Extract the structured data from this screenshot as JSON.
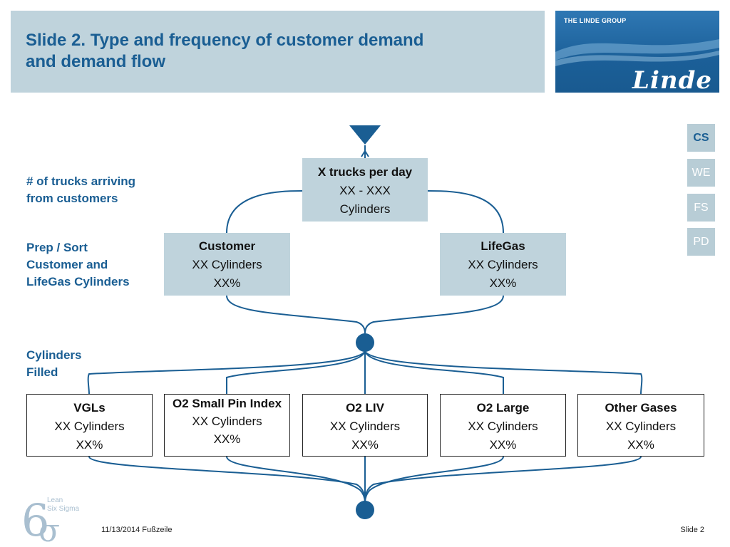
{
  "header": {
    "title_line1": "Slide 2. Type and frequency of customer demand",
    "title_line2": "and demand flow"
  },
  "logo": {
    "group_text": "THE LINDE GROUP",
    "brand": "Linde"
  },
  "row_labels": {
    "trucks_line1": "# of trucks arriving",
    "trucks_line2": "from customers",
    "prep_line1": "Prep / Sort",
    "prep_line2": "Customer and",
    "prep_line3": "LifeGas Cylinders",
    "filled_line1": "Cylinders",
    "filled_line2": "Filled"
  },
  "top_box": {
    "title": "X trucks per day",
    "line2": "XX - XXX",
    "line3": "Cylinders"
  },
  "mid_boxes": [
    {
      "title": "Customer",
      "line2": "XX Cylinders",
      "line3": "XX%"
    },
    {
      "title": "LifeGas",
      "line2": "XX Cylinders",
      "line3": "XX%"
    }
  ],
  "bottom_boxes": [
    {
      "title": "VGLs",
      "line2": "XX Cylinders",
      "line3": "XX%"
    },
    {
      "title": "O2 Small Pin Index",
      "line2": "XX Cylinders",
      "line3": "XX%"
    },
    {
      "title": "O2 LIV",
      "line2": "XX Cylinders",
      "line3": "XX%"
    },
    {
      "title": "O2 Large",
      "line2": "XX Cylinders",
      "line3": "XX%"
    },
    {
      "title": "Other Gases",
      "line2": "XX Cylinders",
      "line3": "XX%"
    }
  ],
  "side_nav": [
    "CS",
    "WE",
    "FS",
    "PD"
  ],
  "side_nav_active": "CS",
  "sigma_logo": {
    "text_line1": "Lean",
    "text_line2": "Six Sigma"
  },
  "footer": {
    "date": "11/13/2014 Fußzeile",
    "slide": "Slide 2"
  },
  "colors": {
    "accent": "#1a5e93",
    "box_fill": "#bfd3dc",
    "node": "#1a5e93"
  }
}
